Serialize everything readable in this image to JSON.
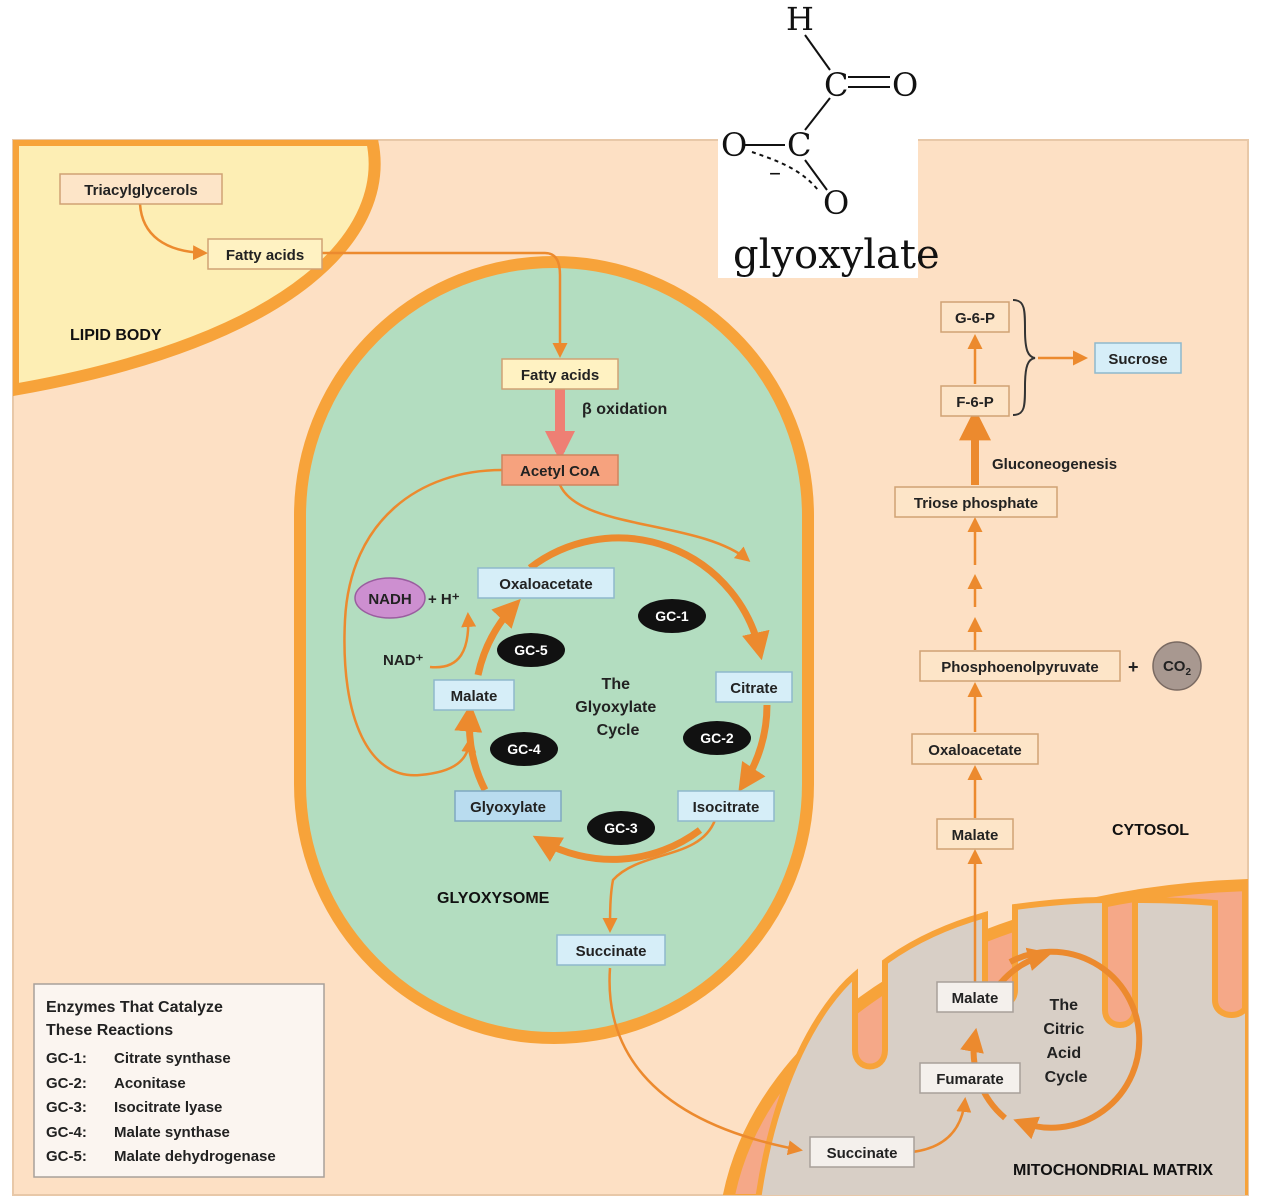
{
  "molecule": {
    "atoms": {
      "h": "H",
      "c1": "C",
      "o1": "O",
      "c2": "C",
      "o2": "O",
      "o3": "O",
      "minus": "–"
    },
    "name": "glyoxylate"
  },
  "compartments": {
    "lipid_body": "LIPID BODY",
    "glyoxysome": "GLYOXYSOME",
    "cytosol": "CYTOSOL",
    "mitochondrial_matrix": "MITOCHONDRIAL MATRIX"
  },
  "lipid": {
    "triacylglycerols": "Triacylglycerols",
    "fatty_acids": "Fatty acids"
  },
  "glyoxysome": {
    "fatty_acids": "Fatty acids",
    "beta_oxidation": "β oxidation",
    "acetyl_coa": "Acetyl CoA",
    "oxaloacetate": "Oxaloacetate",
    "citrate": "Citrate",
    "isocitrate": "Isocitrate",
    "glyoxylate": "Glyoxylate",
    "malate": "Malate",
    "succinate": "Succinate",
    "nadh": "NADH",
    "h_plus": "+ H⁺",
    "nad_plus": "NAD⁺",
    "cycle_title": [
      "The",
      "Glyoxylate",
      "Cycle"
    ],
    "enzymes": [
      "GC-1",
      "GC-2",
      "GC-3",
      "GC-4",
      "GC-5"
    ]
  },
  "cytosol": {
    "g6p": "G-6-P",
    "f6p": "F-6-P",
    "sucrose": "Sucrose",
    "gluconeogenesis": "Gluconeogenesis",
    "triose_phosphate": "Triose phosphate",
    "pep": "Phosphoenolpyruvate",
    "plus": "+",
    "co2": "CO",
    "co2_sub": "2",
    "oxaloacetate": "Oxaloacetate",
    "malate": "Malate",
    "succinate": "Succinate"
  },
  "mitochondrion": {
    "malate": "Malate",
    "fumarate": "Fumarate",
    "cycle_title": [
      "The",
      "Citric",
      "Acid",
      "Cycle"
    ]
  },
  "legend": {
    "title": [
      "Enzymes That Catalyze",
      "These Reactions"
    ],
    "rows": [
      {
        "code": "GC-1:",
        "name": "Citrate synthase"
      },
      {
        "code": "GC-2:",
        "name": "Aconitase"
      },
      {
        "code": "GC-3:",
        "name": "Isocitrate lyase"
      },
      {
        "code": "GC-4:",
        "name": "Malate synthase"
      },
      {
        "code": "GC-5:",
        "name": "Malate dehydrogenase"
      }
    ]
  },
  "colors": {
    "cytosol_bg": "#fde0c4",
    "lipid_body": "#fdeeb4",
    "glyoxysome": "#b3ddc0",
    "membrane": "#f7a33a",
    "arrow": "#ec8a2e",
    "matrix": "#d8cfc6",
    "intermembrane": "#f5a888",
    "blue_box": "#d6eef8",
    "peach_box": "#fde5c8",
    "yellow_box": "#fff2c2",
    "acetyl_box": "#f6a27e",
    "nadh": "#cd8fd0",
    "co2": "#a89890"
  }
}
